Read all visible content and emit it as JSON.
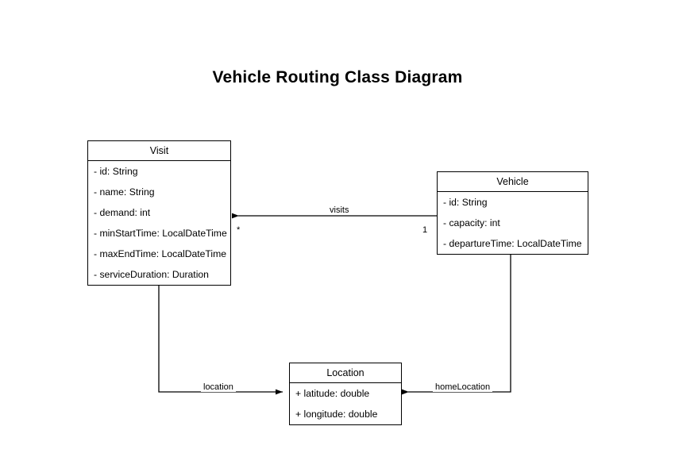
{
  "diagram": {
    "title": "Vehicle Routing Class Diagram",
    "type": "uml-class-diagram",
    "background_color": "#ffffff",
    "line_color": "#000000",
    "text_color": "#000000",
    "classes": [
      {
        "name": "Visit",
        "attributes": [
          "- id: String",
          "- name: String",
          "- demand: int",
          "- minStartTime: LocalDateTime",
          "- maxEndTime: LocalDateTime",
          "- serviceDuration: Duration"
        ]
      },
      {
        "name": "Vehicle",
        "attributes": [
          "- id: String",
          "- capacity: int",
          "- departureTime: LocalDateTime"
        ]
      },
      {
        "name": "Location",
        "attributes": [
          "+ latitude: double",
          "+ longitude: double"
        ]
      }
    ],
    "relationships": [
      {
        "label": "visits",
        "from": "Vehicle",
        "to": "Visit",
        "source_multiplicity": "1",
        "target_multiplicity": "*"
      },
      {
        "label": "location",
        "from": "Visit",
        "to": "Location",
        "source_multiplicity": "",
        "target_multiplicity": ""
      },
      {
        "label": "homeLocation",
        "from": "Vehicle",
        "to": "Location",
        "source_multiplicity": "",
        "target_multiplicity": ""
      }
    ]
  }
}
